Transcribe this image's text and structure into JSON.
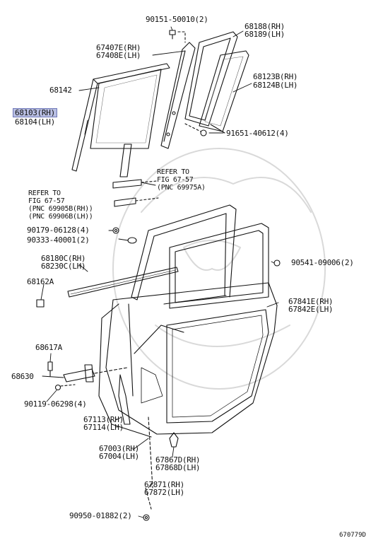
{
  "labels": {
    "p90151": "90151-50010(2)",
    "p68188": "68188(RH)",
    "p68189": "68189(LH)",
    "p67407e": "67407E(RH)",
    "p67408e": "67408E(LH)",
    "p68123b": "68123B(RH)",
    "p68124b": "68124B(LH)",
    "p68142": "68142",
    "p68103": "68103(RH)",
    "p68104": "68104(LH)",
    "p91651": "91651-40612(4)",
    "ref1_1": "REFER TO",
    "ref1_2": "FIG 67-57",
    "ref1_3": "(PNC 69975A)",
    "ref2_1": "REFER TO",
    "ref2_2": "FIG 67-57",
    "ref2_3": "(PNC 69905B(RH))",
    "ref2_4": "(PNC 69906B(LH))",
    "p90179": "90179-06128(4)",
    "p90333": "90333-40001(2)",
    "p68180c": "68180C(RH)",
    "p68230c": "68230C(LH)",
    "p90541": "90541-09006(2)",
    "p68162a": "68162A",
    "p67841e": "67841E(RH)",
    "p67842e": "67842E(LH)",
    "p68617a": "68617A",
    "p68630": "68630",
    "p90119": "90119-06298(4)",
    "p67113": "67113(RH)",
    "p67114": "67114(LH)",
    "p67003": "67003(RH)",
    "p67004": "67004(LH)",
    "p67867d": "67867D(RH)",
    "p67868d": "67868D(LH)",
    "p67871": "67871(RH)",
    "p67872": "67872(LH)",
    "p90950": "90950-01882(2)",
    "figure_id": "670779D"
  },
  "highlight_color": "#b9bfe3"
}
